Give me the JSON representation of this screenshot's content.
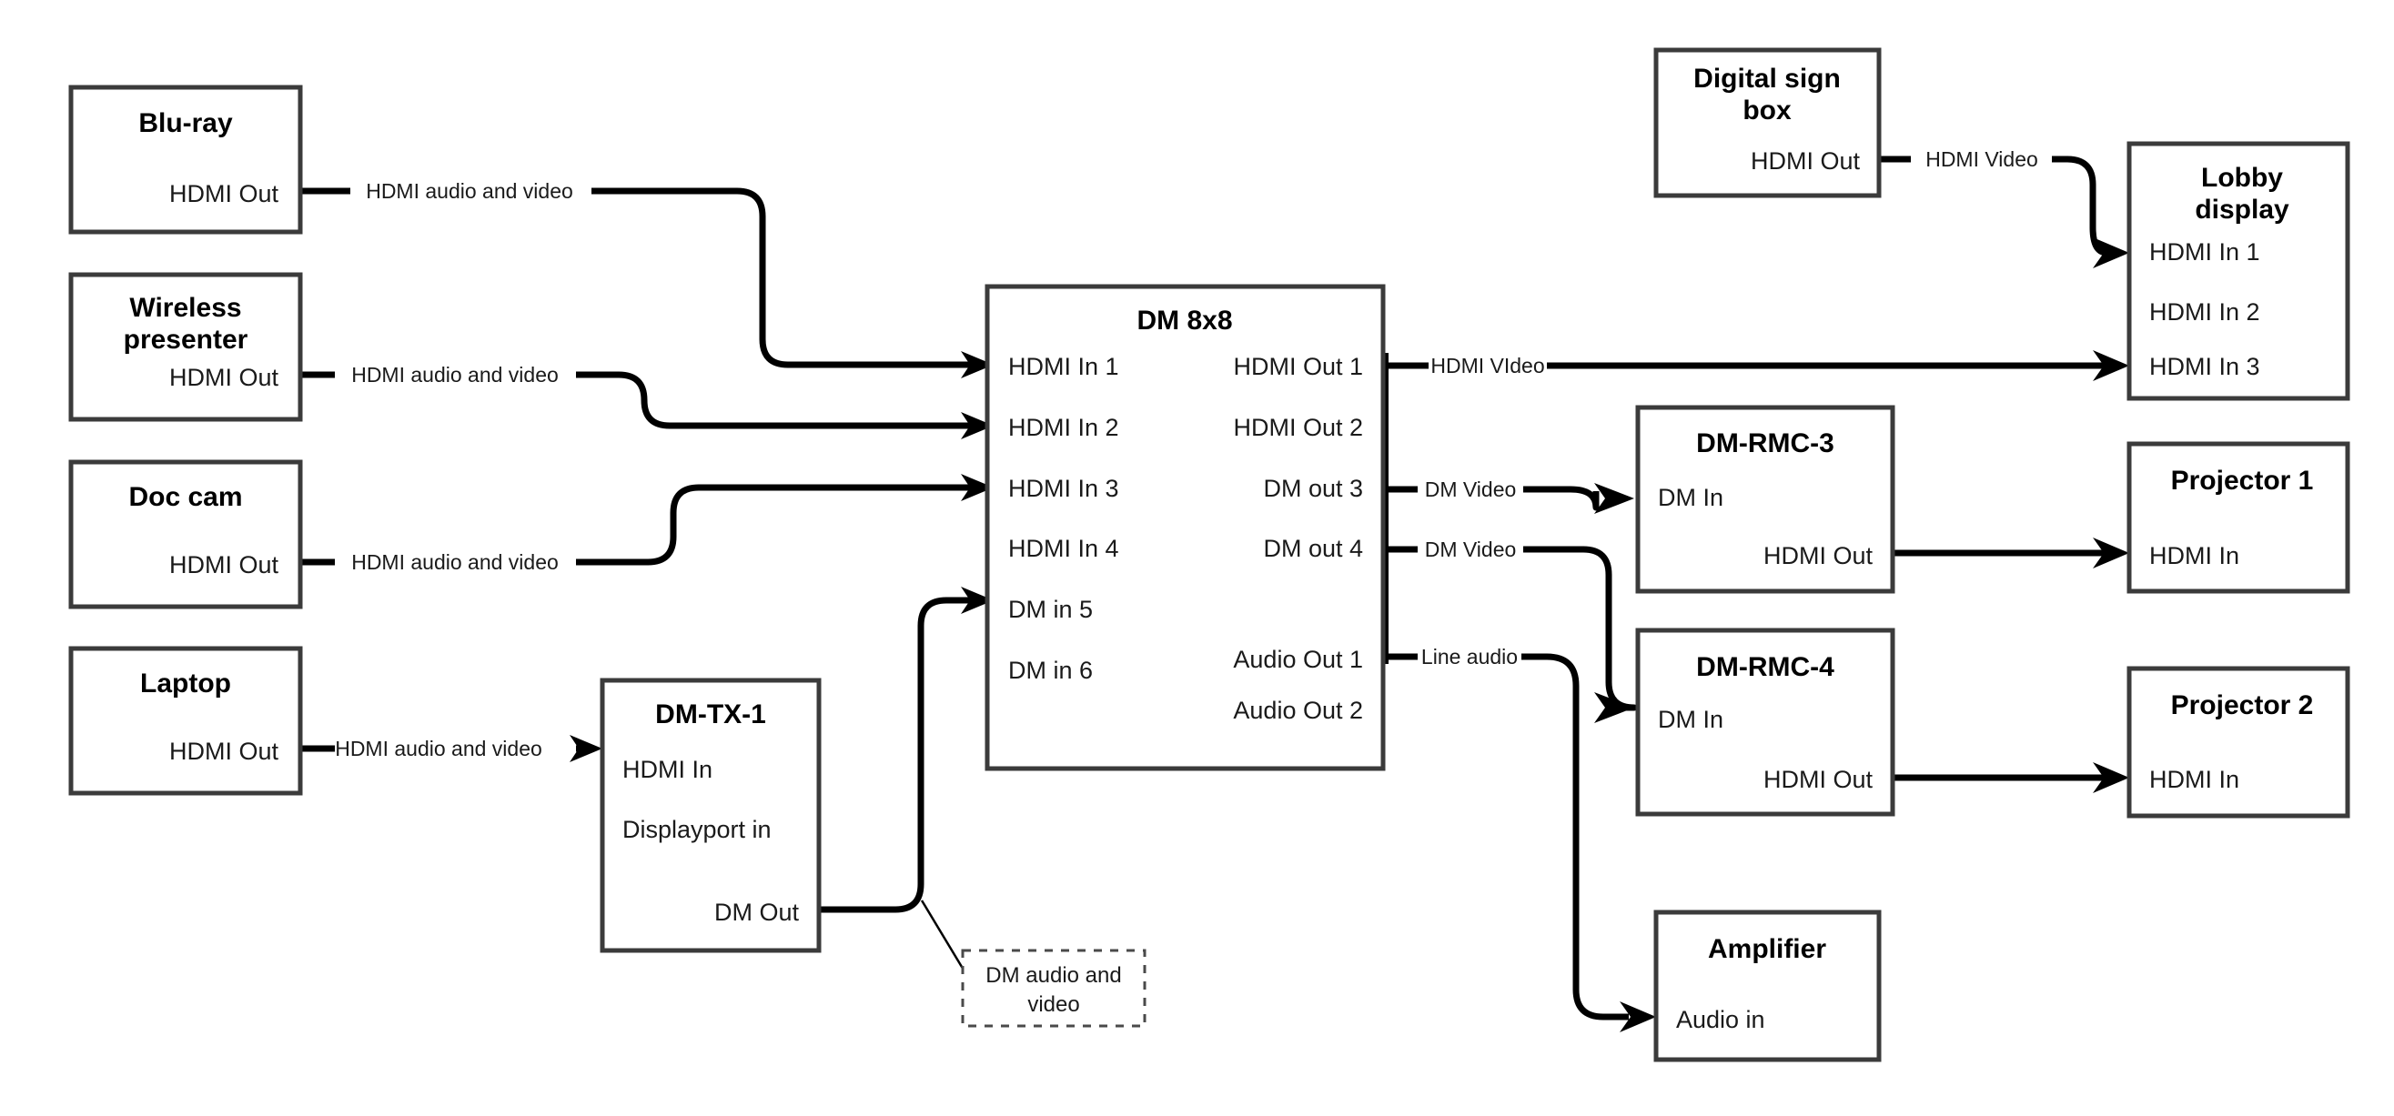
{
  "diagram": {
    "type": "av-signal-flow",
    "title": "",
    "background_color": "#ffffff",
    "line_color": "#000000",
    "box_border_color": "#3b3b3b"
  },
  "nodes": {
    "bluray": {
      "title": "Blu-ray",
      "ports": [
        "HDMI Out"
      ]
    },
    "wireless": {
      "title": "Wireless presenter",
      "title_line1": "Wireless",
      "title_line2": "presenter",
      "ports": [
        "HDMI Out"
      ]
    },
    "doccam": {
      "title": "Doc cam",
      "ports": [
        "HDMI Out"
      ]
    },
    "laptop": {
      "title": "Laptop",
      "ports": [
        "HDMI Out"
      ]
    },
    "dmtx1": {
      "title": "DM-TX-1",
      "ports": [
        "HDMI In",
        "Displayport in",
        "DM Out"
      ]
    },
    "dm8x8": {
      "title": "DM 8x8",
      "inputs": [
        "HDMI In 1",
        "HDMI In 2",
        "HDMI In 3",
        "HDMI In 4",
        "DM in 5",
        "DM in 6"
      ],
      "outputs": [
        "HDMI Out 1",
        "HDMI Out 2",
        "DM out 3",
        "DM out 4",
        "Audio Out 1",
        "Audio Out 2"
      ]
    },
    "digitalsign": {
      "title": "Digital sign box",
      "title_line1": "Digital sign",
      "title_line2": "box",
      "ports": [
        "HDMI Out"
      ]
    },
    "lobbydisplay": {
      "title": "Lobby display",
      "title_line1": "Lobby",
      "title_line2": "display",
      "ports": [
        "HDMI In 1",
        "HDMI In 2",
        "HDMI In 3"
      ]
    },
    "dmrmc3": {
      "title": "DM-RMC-3",
      "ports": [
        "DM In",
        "HDMI Out"
      ]
    },
    "dmrmc4": {
      "title": "DM-RMC-4",
      "ports": [
        "DM In",
        "HDMI Out"
      ]
    },
    "projector1": {
      "title": "Projector 1",
      "ports": [
        "HDMI In"
      ]
    },
    "projector2": {
      "title": "Projector 2",
      "ports": [
        "HDMI In"
      ]
    },
    "amplifier": {
      "title": "Amplifier",
      "ports": [
        "Audio in"
      ]
    }
  },
  "wire_labels": {
    "bluray_to_dm": "HDMI audio and video",
    "wireless_to_dm": "HDMI audio and video",
    "doccam_to_dm": "HDMI audio and video",
    "laptop_to_dmtx1": "HDMI audio and video",
    "dm_hdmiout1": "HDMI VIdeo",
    "dm_dmout3": "DM Video",
    "dm_dmout4": "DM Video",
    "dm_audioout1": "Line audio",
    "sign_to_lobby": "HDMI Video"
  },
  "callouts": {
    "dm_tx_link": {
      "line1": "DM audio and",
      "line2": "video"
    }
  }
}
